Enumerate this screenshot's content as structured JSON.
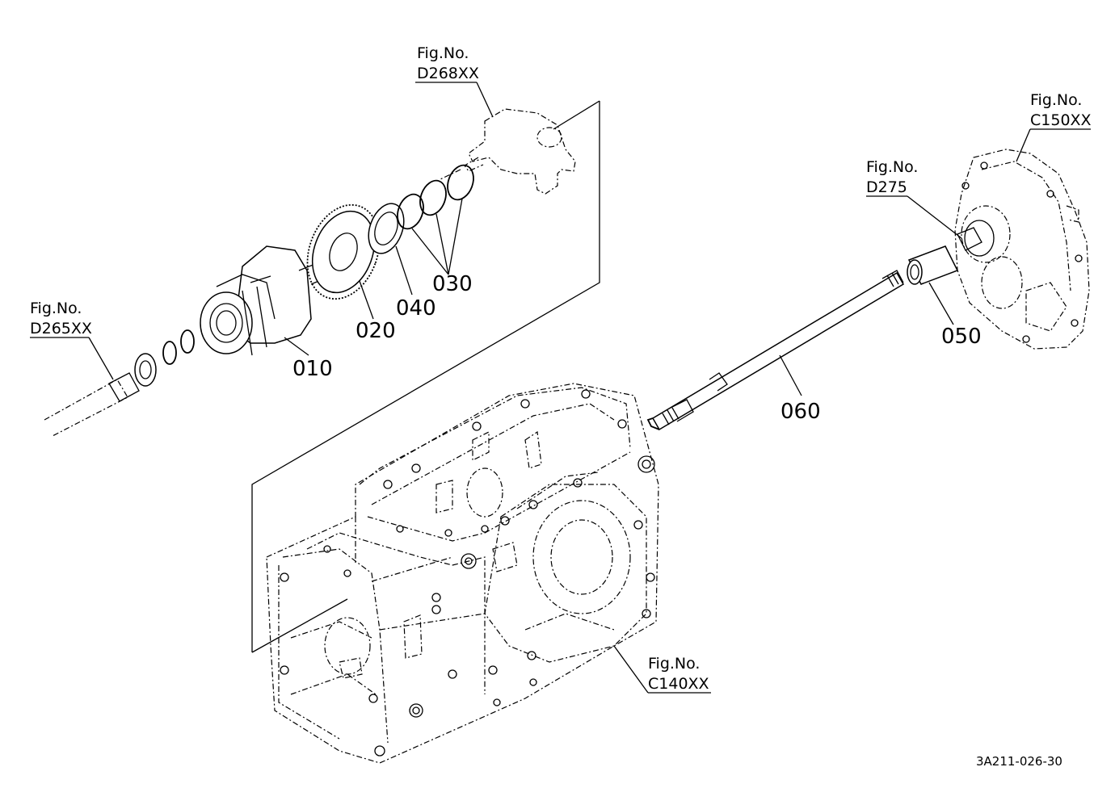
{
  "callouts": {
    "d268": {
      "prefix": "Fig.No.",
      "code": "D268XX"
    },
    "c150": {
      "prefix": "Fig.No.",
      "code": "C150XX"
    },
    "d275": {
      "prefix": "Fig.No.",
      "code": "D275"
    },
    "d265": {
      "prefix": "Fig.No.",
      "code": "D265XX"
    },
    "c140": {
      "prefix": "Fig.No.",
      "code": "C140XX"
    }
  },
  "parts": {
    "p010": "010",
    "p020": "020",
    "p030": "030",
    "p040": "040",
    "p050": "050",
    "p060": "060"
  },
  "drawing_ref": "3A211-026-30"
}
